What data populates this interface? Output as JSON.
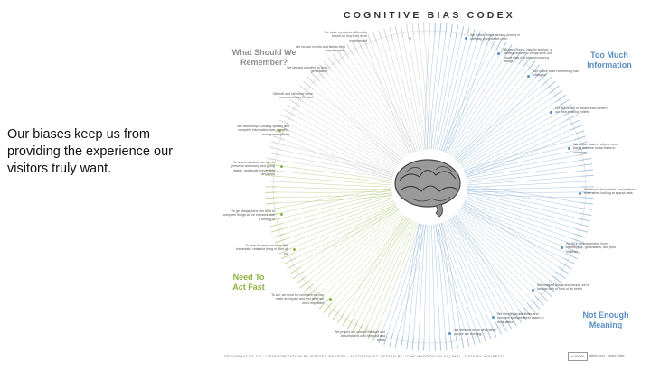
{
  "slide": {
    "caption": "Our biases keep us from providing the experience our visitors truly want."
  },
  "codex": {
    "title": "COGNITIVE BIAS CODEX",
    "quadrants": {
      "remember": "What Should We Remember?",
      "info": "Too Much Information",
      "fast": "Need To Act Fast",
      "meaning": "Not Enough Meaning"
    },
    "colors": {
      "remember": "#a9a9a9",
      "info": "#5a8fc4",
      "fast": "#8ab33f",
      "meaning": "#5a8fc4",
      "text_dark": "#333333"
    },
    "notes_left": [
      "We store memories differently based on how they were experienced",
      "We reduce events and lists to their key elements",
      "We discard specifics to form generalities",
      "We edit and reinforce some memories after the fact",
      "We favor simple-looking options and complete information over complex, ambiguous options",
      "To avoid mistakes, we aim to preserve autonomy and group status, and avoid irreversible decisions",
      "To get things done, we tend to complete things we've invested time & energy in",
      "To stay focused, we favor the immediate, relatable thing in front of us",
      "To act, we must be confident we can make an impact and feel what we do is important",
      "We project our current mindset and assumptions onto the past and future"
    ],
    "notes_right": [
      "We notice things already primed in memory or repeated often",
      "Bizarre, funny, visually striking, or anthropomorphic things stick out more than non-bizarre/unfunny things",
      "We notice when something has changed",
      "We are drawn to details that confirm our own existing beliefs",
      "We notice flaws in others more easily than we notice flaws in ourselves",
      "We tend to find stories and patterns even when looking at sparse data",
      "We fill in characteristics from stereotypes, generalities, and prior histories",
      "We imagine things and people we're familiar with or fond of as better",
      "We simplify probabilities and numbers to make them easier to think about",
      "We think we know what other people are thinking"
    ],
    "footer": "DESIGNHACKS.CO · CATEGORIZATION BY BUSTER BENSON · ALGORITHMIC DESIGN BY JOHN MANOOGIAN III (JM3) · DATA BY WIKIPEDIA",
    "license_badge": "cc BY SA",
    "license_text": "attribution · share-alike"
  }
}
